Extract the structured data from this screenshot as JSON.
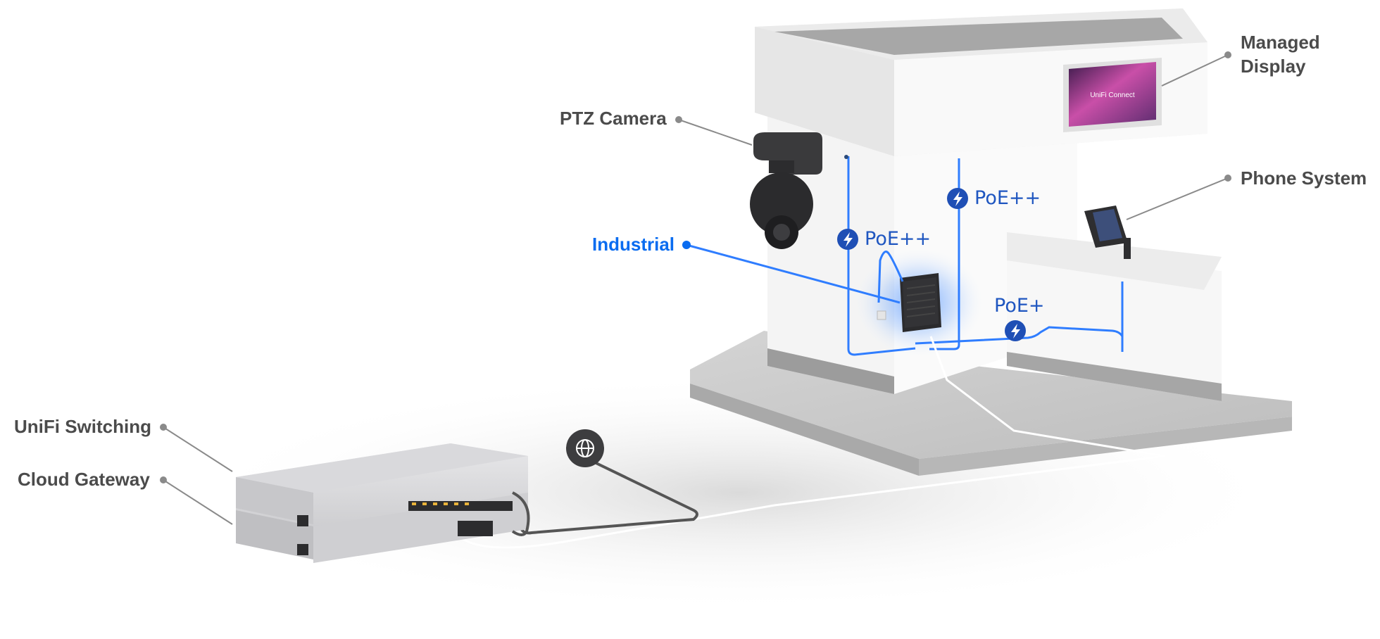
{
  "labels": {
    "managed_display_line1": "Managed",
    "managed_display_line2": "Display",
    "ptz_camera": "PTZ Camera",
    "phone_system": "Phone System",
    "industrial": "Industrial",
    "unifi_switching": "UniFi Switching",
    "cloud_gateway": "Cloud Gateway"
  },
  "poe": {
    "left": "PoE++",
    "right": "PoE++",
    "bottom": "PoE+"
  },
  "display_screen_text": "UniFi Connect",
  "icons": {
    "internet": "globe-icon",
    "power": "lightning-bolt-icon"
  },
  "colors": {
    "accent_blue": "#0a6cf0",
    "poe_badge": "#1f4fb5",
    "label_gray": "#4b4b4b",
    "structure": "#f0f0f0",
    "floor": "#c9c9c9"
  }
}
